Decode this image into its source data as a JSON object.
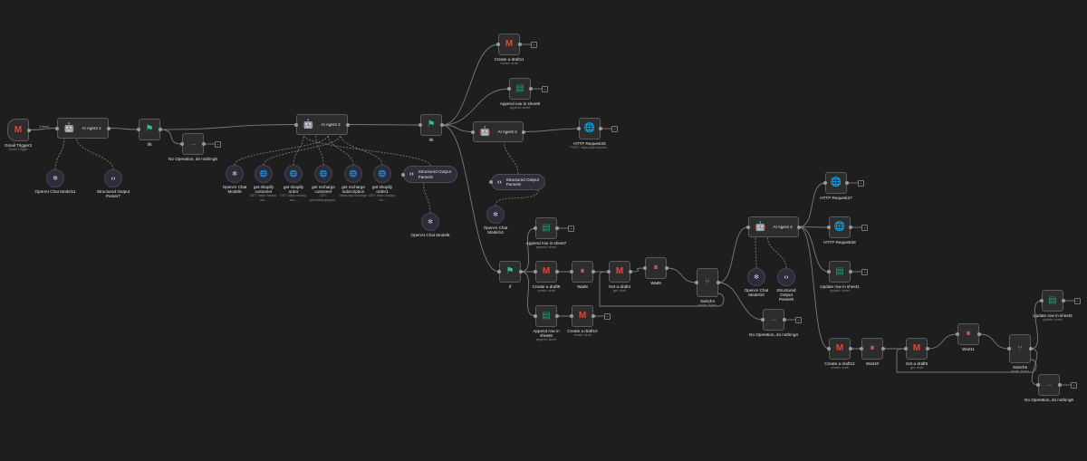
{
  "canvas": {
    "edge_label_trigger": "1 item"
  },
  "colors": {
    "background": "#1e1e1e",
    "node": "#2d2d2e",
    "wire": "#7a7a7a",
    "gmail_red": "#ea4335",
    "sheets_green": "#1ea362",
    "wait_pink": "#e06a8a",
    "if_green": "#2ec27e",
    "switch_blue": "#3d8fd6",
    "http_purple": "#7b6cf6"
  },
  "nodes": [
    {
      "name": "Gmail Trigger2",
      "sub": "Gmail Trigger",
      "icon": "gmail-icon"
    },
    {
      "name": "AI Agent 1",
      "sub": "",
      "icon": "robot-icon"
    },
    {
      "name": "If6",
      "sub": "",
      "icon": "signpost-icon"
    },
    {
      "name": "No Operation, do nothing5",
      "sub": "",
      "icon": "arrow-icon"
    },
    {
      "name": "OpenAI Chat Model11",
      "sub": "",
      "icon": "openai-icon"
    },
    {
      "name": "Structured Output Parser7",
      "sub": "",
      "icon": "code-icon"
    },
    {
      "name": "AI Agent 2",
      "sub": "",
      "icon": "robot-icon"
    },
    {
      "name": "If5",
      "sub": "",
      "icon": "signpost-icon"
    },
    {
      "name": "OpenAI Chat Model6",
      "sub": "",
      "icon": "openai-icon"
    },
    {
      "name": "get shopify customer",
      "sub": "GET: https://rotary-har...",
      "icon": "globe-icon"
    },
    {
      "name": "get shopify order",
      "sub": "GET: https://rotary-son...",
      "icon": "globe-icon"
    },
    {
      "name": "get recharge customer",
      "sub": "GET: api.rechargeapps...",
      "icon": "globe-icon"
    },
    {
      "name": "get recharge subscription",
      "sub": "https://api.recharge...",
      "icon": "globe-icon"
    },
    {
      "name": "get shopify order1",
      "sub": "GET: https://rotary-ha...",
      "icon": "globe-icon"
    },
    {
      "name": "Structured Output Parser5",
      "sub": "",
      "icon": "code-icon"
    },
    {
      "name": "OpenAI Chat Model5",
      "sub": "",
      "icon": "openai-icon"
    },
    {
      "name": "Create a draft11",
      "sub": "create: draft",
      "icon": "gmail-icon"
    },
    {
      "name": "Append row in sheet8",
      "sub": "append: sheet",
      "icon": "sheets-icon"
    },
    {
      "name": "AI Agent 3",
      "sub": "",
      "icon": "robot-icon"
    },
    {
      "name": "HTTP Request26",
      "sub": "POST: https://api.tinymce...",
      "icon": "globe-icon"
    },
    {
      "name": "Structured Output Parser9",
      "sub": "",
      "icon": "code-icon"
    },
    {
      "name": "OpenAI Chat Model14",
      "sub": "",
      "icon": "openai-icon"
    },
    {
      "name": "If",
      "sub": "",
      "icon": "signpost-icon"
    },
    {
      "name": "Append row in sheet7",
      "sub": "append: sheet",
      "icon": "sheets-icon"
    },
    {
      "name": "Create a draft9",
      "sub": "create: draft",
      "icon": "gmail-icon"
    },
    {
      "name": "Wait8",
      "sub": "",
      "icon": "pause-icon"
    },
    {
      "name": "Get a draft4",
      "sub": "get: draft",
      "icon": "gmail-icon"
    },
    {
      "name": "Wait9",
      "sub": "",
      "icon": "pause-icon"
    },
    {
      "name": "Switch4",
      "sub": "mode: Rules",
      "icon": "switch-icon"
    },
    {
      "name": "Append row in sheet6",
      "sub": "append: sheet",
      "icon": "sheets-icon"
    },
    {
      "name": "Create a draft10",
      "sub": "create: draft",
      "icon": "gmail-icon"
    },
    {
      "name": "AI Agent 4",
      "sub": "",
      "icon": "robot-icon"
    },
    {
      "name": "OpenAI Chat Model10",
      "sub": "",
      "icon": "openai-icon"
    },
    {
      "name": "Structured Output Parser6",
      "sub": "",
      "icon": "code-icon"
    },
    {
      "name": "HTTP Request27",
      "sub": "",
      "icon": "globe-icon"
    },
    {
      "name": "HTTP Request28",
      "sub": "",
      "icon": "globe-icon"
    },
    {
      "name": "Update row in sheet1",
      "sub": "update: sheet",
      "icon": "sheets-icon"
    },
    {
      "name": "No Operation, do nothing4",
      "sub": "",
      "icon": "arrow-icon"
    },
    {
      "name": "Create a draft12",
      "sub": "create: draft",
      "icon": "gmail-icon"
    },
    {
      "name": "Wait10",
      "sub": "",
      "icon": "pause-icon"
    },
    {
      "name": "Get a draft5",
      "sub": "get: draft",
      "icon": "gmail-icon"
    },
    {
      "name": "Wait11",
      "sub": "",
      "icon": "pause-icon"
    },
    {
      "name": "Switch5",
      "sub": "mode: Rules",
      "icon": "switch-icon"
    },
    {
      "name": "Update row in sheet2",
      "sub": "update: sheet",
      "icon": "sheets-icon"
    },
    {
      "name": "No Operation, do nothing6",
      "sub": "",
      "icon": "arrow-icon"
    }
  ]
}
